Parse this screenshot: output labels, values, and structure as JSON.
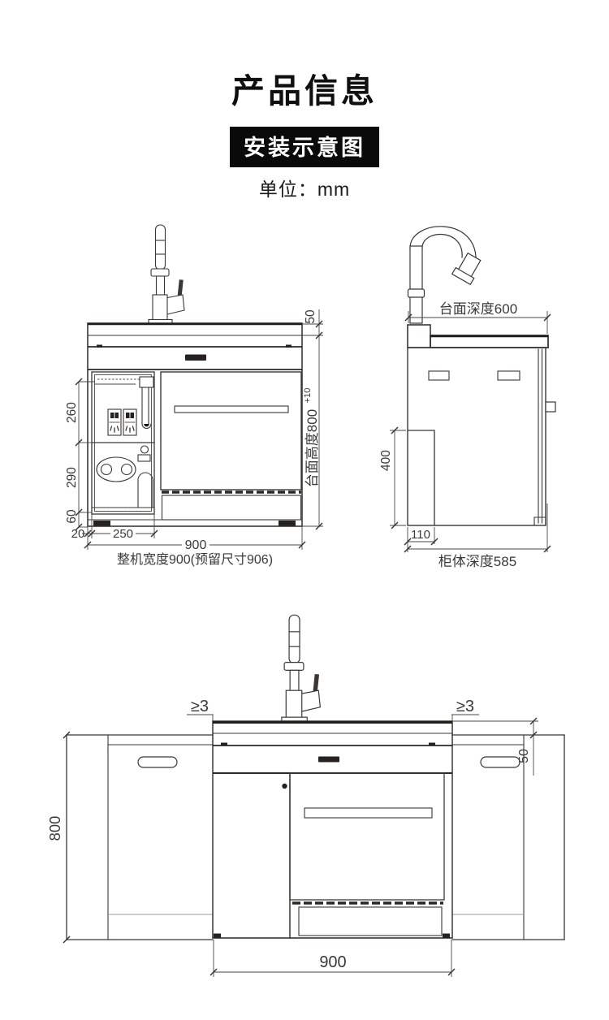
{
  "header": {
    "title": "产品信息",
    "badge": "安装示意图",
    "unit_label": "单位：mm"
  },
  "front_view": {
    "dim_counter_thickness": "50",
    "dim_height_label": "台面高度800",
    "dim_height_tolerance": "+10",
    "dim_upper_section": "260",
    "dim_middle_section": "290",
    "dim_base_section": "60",
    "dim_side_gap": "20",
    "dim_compartment": "250",
    "dim_width": "900",
    "caption": "整机宽度900(预留尺寸906)"
  },
  "side_view": {
    "top_label": "台面深度600",
    "dim_recess_height": "400",
    "dim_recess_depth": "110",
    "caption": "柜体深度585"
  },
  "install_view": {
    "gap_left": "≥3",
    "gap_right": "≥3",
    "dim_counter_drop": "50",
    "dim_cabinet_height": "800",
    "dim_width": "900"
  }
}
